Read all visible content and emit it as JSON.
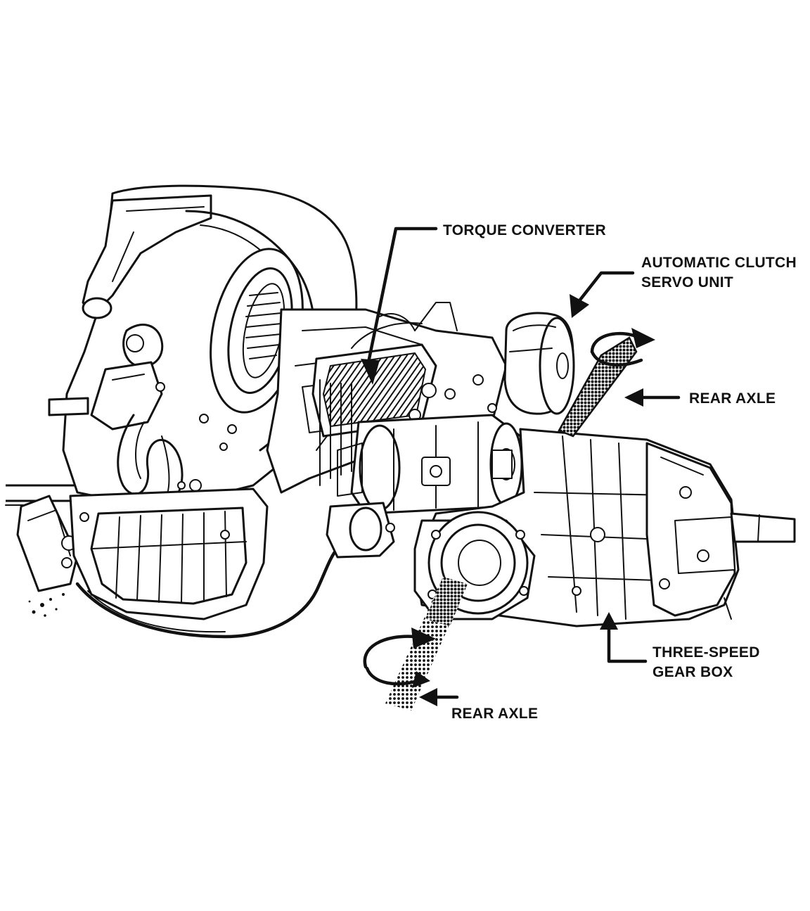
{
  "labels": {
    "torque_converter": "TORQUE CONVERTER",
    "clutch_servo_line1": "AUTOMATIC CLUTCH",
    "clutch_servo_line2": "SERVO UNIT",
    "rear_axle_right": "REAR AXLE",
    "rear_axle_left": "REAR AXLE",
    "gearbox_line1": "THREE-SPEED",
    "gearbox_line2": "GEAR BOX"
  },
  "colors": {
    "ink": "#111111",
    "paper": "#ffffff"
  }
}
